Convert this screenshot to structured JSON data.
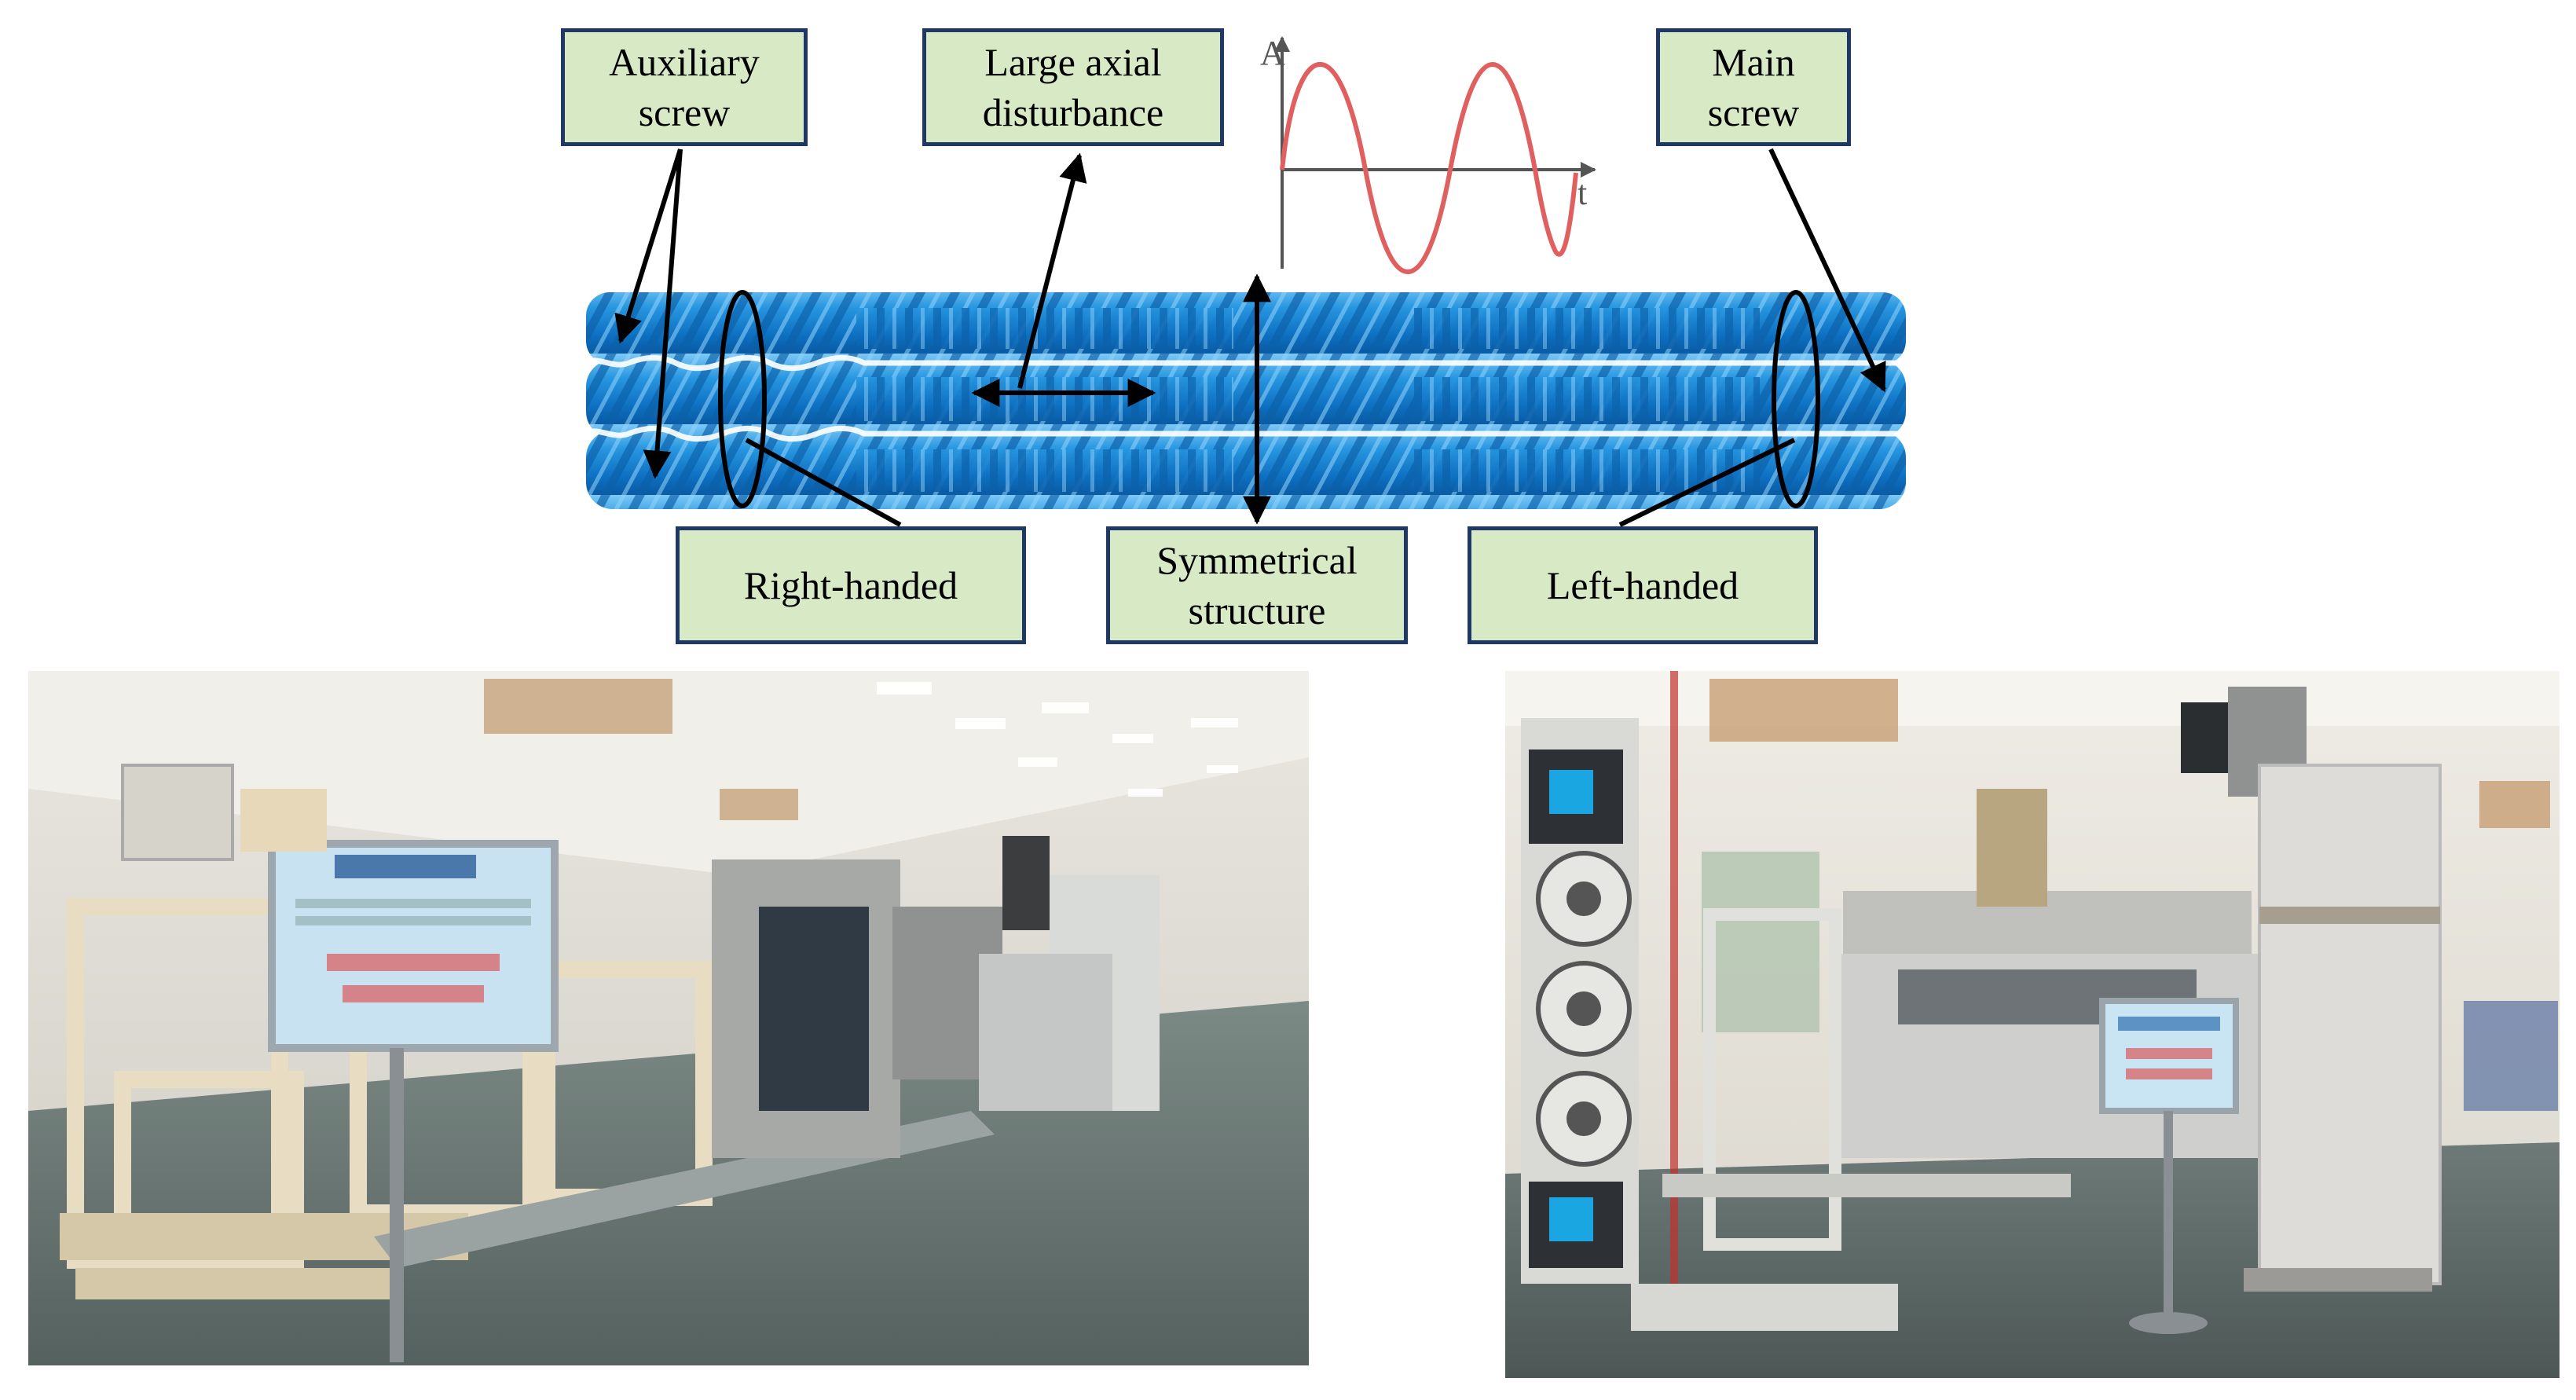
{
  "callouts": {
    "auxiliary_screw": "Auxiliary\nscrew",
    "large_axial_disturbance": "Large axial\ndisturbance",
    "main_screw": "Main\nscrew",
    "right_handed": "Right-handed",
    "symmetrical_structure": "Symmetrical\nstructure",
    "left_handed": "Left-handed"
  },
  "waveform": {
    "y_axis_label": "A",
    "x_axis_label": "t"
  },
  "photos": {
    "left": "extruder-production-line-photo",
    "right": "screw-extruder-machine-photo"
  },
  "colors": {
    "callout_fill": "#d8e9c6",
    "callout_border": "#1f3864",
    "screw_blue": "#1e8fd8",
    "sine_red": "#e06060"
  }
}
